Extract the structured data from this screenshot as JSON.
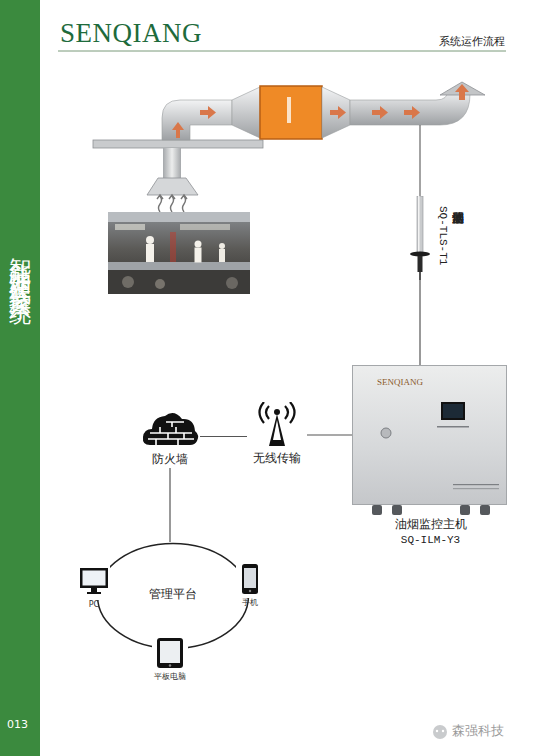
{
  "diagram": {
    "title": "系统运作流程",
    "nodes": [
      {
        "text": [
          "智能油烟在线监控系统",
          "013"
        ]
      },
      {
        "text": [
          "SQ-TLS-T1",
          "油烟监测传感器"
        ]
      },
      {
        "text": [
          "SENQIANG",
          "油烟监控主机",
          "SQ-ILM-Y3"
        ]
      },
      {
        "text": [
          "无线传输"
        ]
      },
      {
        "text": [
          "防火墙"
        ]
      },
      {
        "text": [
          "管理平台"
        ]
      },
      {
        "text": [
          "PC"
        ]
      },
      {
        "text": [
          "手机"
        ]
      },
      {
        "text": [
          "平板电脑"
        ]
      }
    ],
    "edges": [
      {
        "from": 1,
        "to": 2,
        "arrow": "none"
      },
      {
        "from": 2,
        "to": 3,
        "arrow": "none"
      },
      {
        "from": 3,
        "to": 4,
        "arrow": "none"
      },
      {
        "from": 4,
        "to": 5,
        "arrow": "none"
      }
    ],
    "labels": [
      "SENQIANG",
      "森强科技"
    ]
  }
}
